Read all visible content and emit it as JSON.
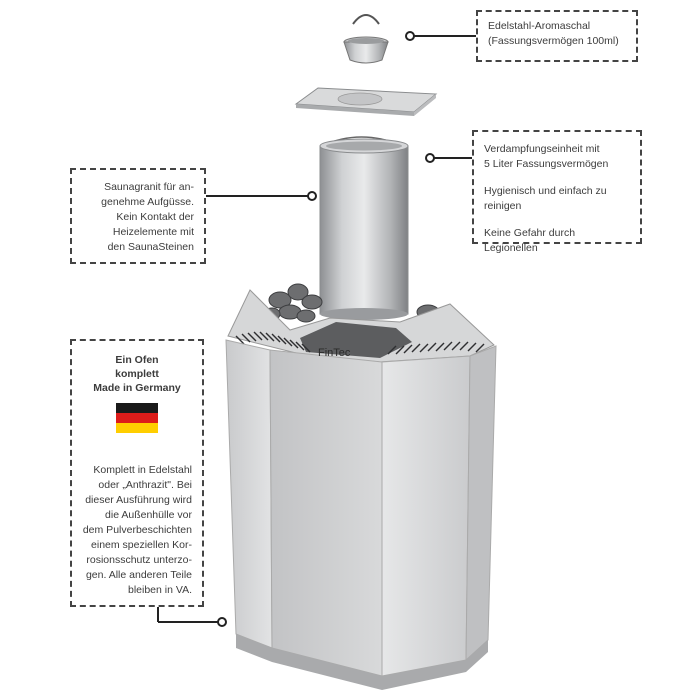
{
  "callouts": {
    "aroma_bowl": {
      "line1": "Edelstahl-Aromaschal",
      "line2": "(Fassungsvermögen 100ml)"
    },
    "evaporator": {
      "line1": "Verdampfungseinheit mit",
      "line2": "5 Liter Fassungsvermögen",
      "line3": "Hygienisch und einfach zu",
      "line4": "reinigen",
      "line5": "Keine Gefahr durch Legionellen"
    },
    "granite": {
      "line1": "Saunagranit für an-",
      "line2": "genehme Aufgüsse.",
      "line3": "Kein Kontakt der",
      "line4": "Heizelemente mit",
      "line5": "den SaunaSteinen"
    },
    "oven": {
      "head1": "Ein Ofen",
      "head2": "komplett",
      "head3": "Made in Germany",
      "body": [
        "Komplett in Edelstahl",
        "oder „Anthrazit\". Bei",
        "dieser Ausführung wird",
        "die Außenhülle vor",
        "dem Pulverbeschichten",
        "einem speziellen Kor-",
        "rosionsschutz unterzo-",
        "gen. Alle anderen Teile",
        "bleiben in VA."
      ]
    }
  },
  "brand": {
    "logo_text": "FinTec"
  },
  "flag": {
    "colors": [
      "#1a1a1a",
      "#dd1c1a",
      "#ffce00"
    ]
  }
}
